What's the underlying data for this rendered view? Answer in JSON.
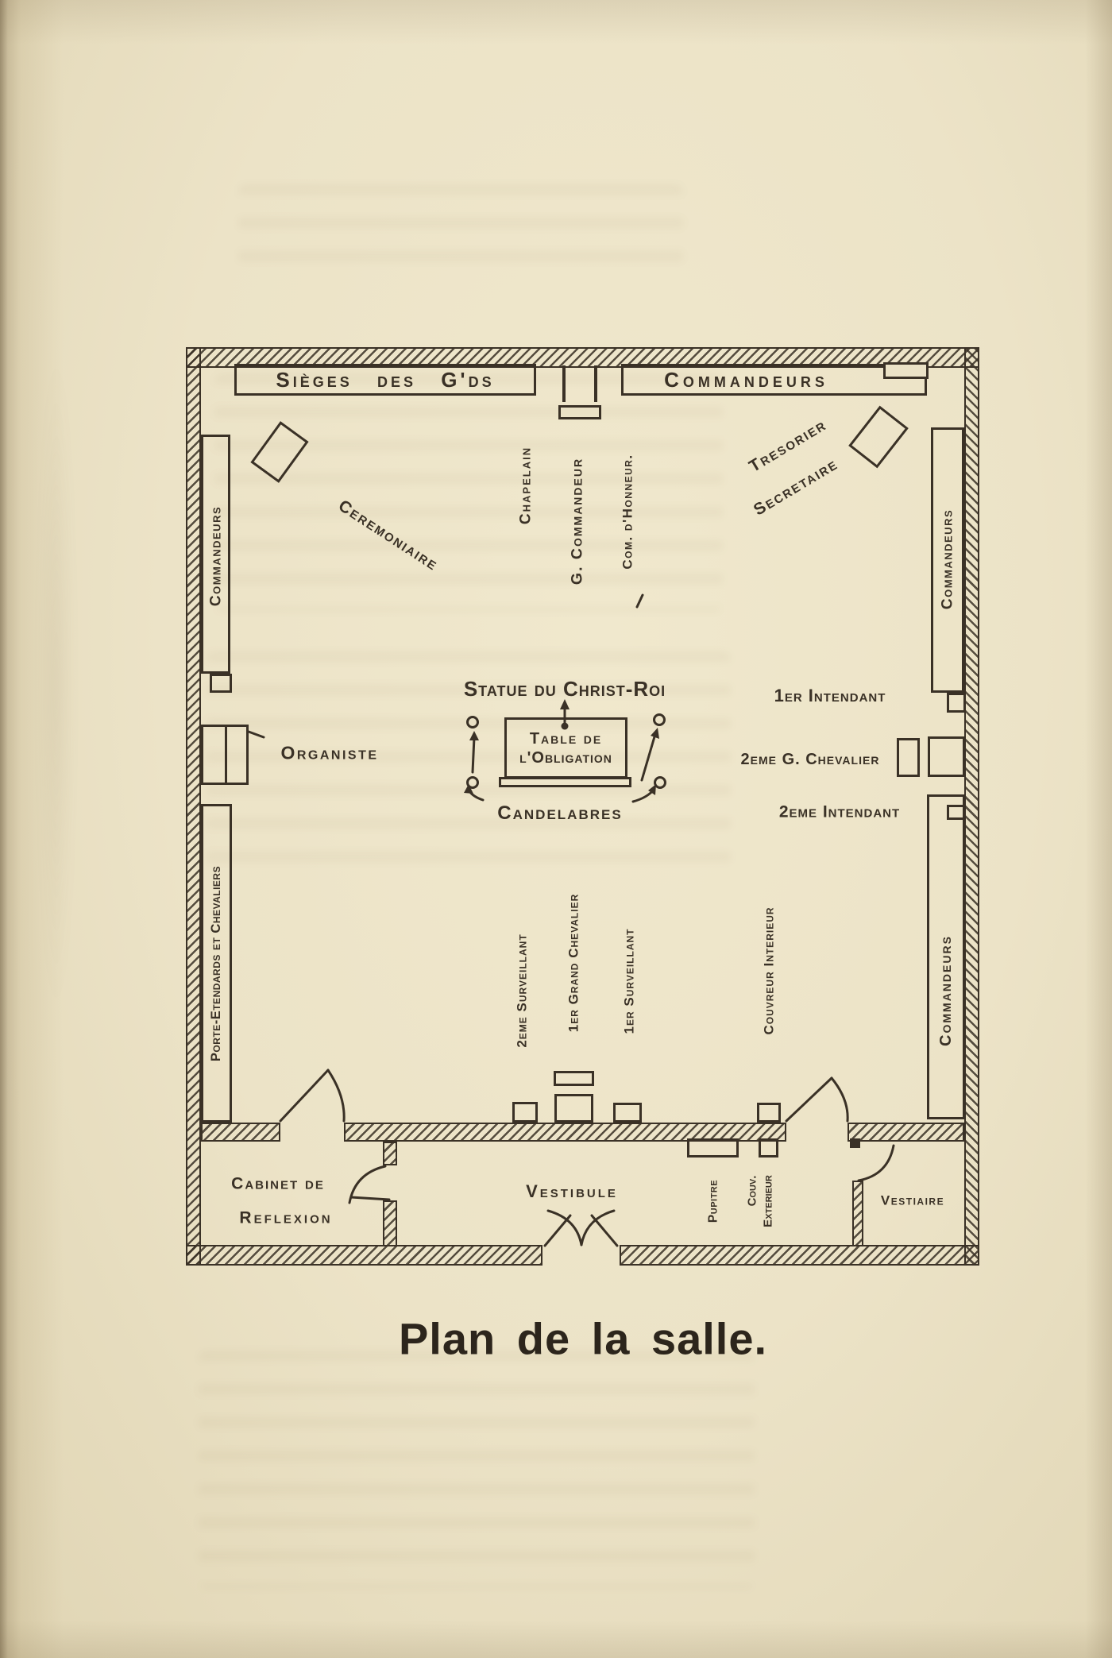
{
  "caption": "Plan de la salle.",
  "plan": {
    "ink_color": "#3a3126",
    "paper_color": "#ebe2c6",
    "north_bench": {
      "sieges": "Sièges des G'ds",
      "commandeurs": "Commandeurs"
    },
    "west": {
      "commandeurs": "Commandeurs",
      "ceremoniaire": "Ceremoniaire",
      "organiste": "Organiste",
      "porte_etendards": "Porte-Etendards et Chevaliers"
    },
    "east": {
      "tresorier": "Tresorier",
      "secretaire": "Secretaire",
      "commandeurs_upper": "Commandeurs",
      "intendant_1er": "1er Intendant",
      "g_chevalier_2eme": "2eme G. Chevalier",
      "intendant_2eme": "2eme Intendant",
      "commandeurs_lower": "Commandeurs"
    },
    "north_officers": {
      "chapelain": "Chapelain",
      "g_commandeur": "G. Commandeur",
      "com_dhonneur": "Com. d'Honneur."
    },
    "altar": {
      "statue": "Statue du Christ-Roi",
      "table_line1": "Table de",
      "table_line2": "l'Obligation",
      "candelabres": "Candelabres"
    },
    "south_officers": {
      "surveillant_2eme": "2eme Surveillant",
      "grand_chevalier_1er": "1er Grand Chevalier",
      "surveillant_1er": "1er Surveillant",
      "couvreur_interieur": "Couvreur Interieur"
    },
    "annex": {
      "cabinet_line1": "Cabinet de",
      "cabinet_line2": "Reflexion",
      "vestibule": "Vestibule",
      "pupitre": "Pupitre",
      "couvreur_ext_line1": "Couv.",
      "couvreur_ext_line2": "Exterieur",
      "vestiaire": "Vestiaire"
    }
  }
}
